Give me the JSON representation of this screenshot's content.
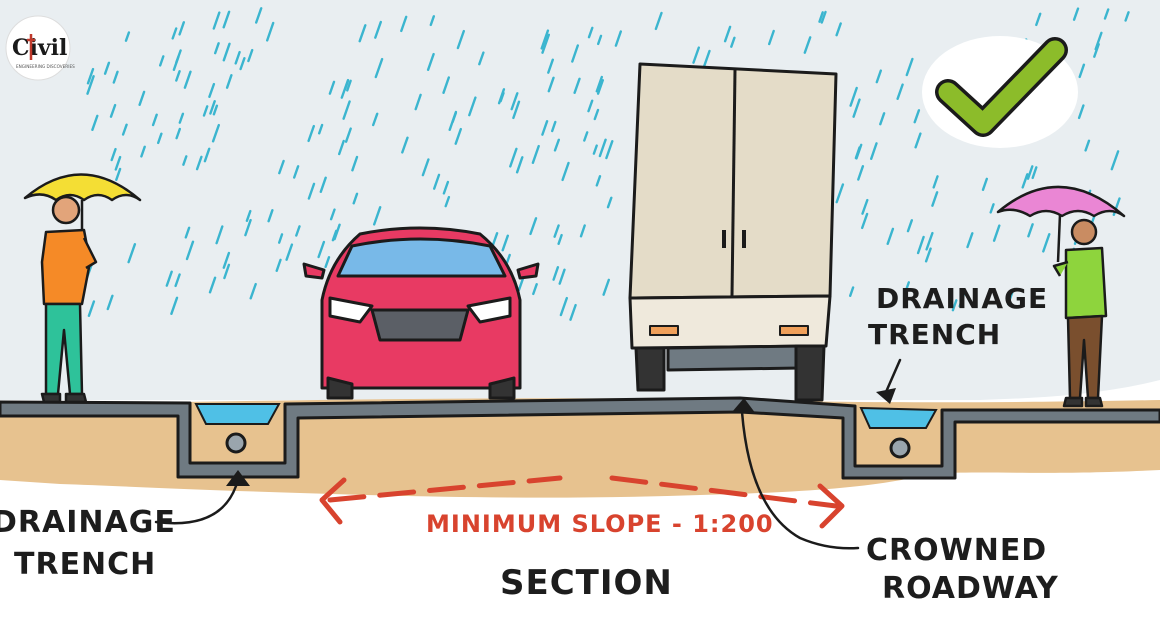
{
  "logo": {
    "name": "Civil",
    "tagline": "ENGINEERING DISCOVERIES"
  },
  "labels": {
    "drainage_trench_left": [
      "DRAINAGE",
      "TRENCH"
    ],
    "drainage_trench_right": [
      "DRAINAGE",
      "TRENCH"
    ],
    "minimum_slope": "MINIMUM SLOPE - 1:200",
    "section": "SECTION",
    "crowned_roadway": [
      "CROWNED",
      "ROADWAY"
    ]
  },
  "colors": {
    "sky": "#e9eef1",
    "rain": "#3bb5cf",
    "soil": "#e7c28f",
    "road": "#6f7a82",
    "water": "#4fc0e6",
    "car": "#e83a63",
    "truck": "#e4dcc8",
    "check": "#8cbc2a",
    "umbrella_yellow": "#f4de34",
    "umbrella_pink": "#ea86d4",
    "slope_arrow": "#d8432e"
  },
  "icons": {
    "check": "check-mark-icon",
    "logo": "civil-logo-icon"
  }
}
